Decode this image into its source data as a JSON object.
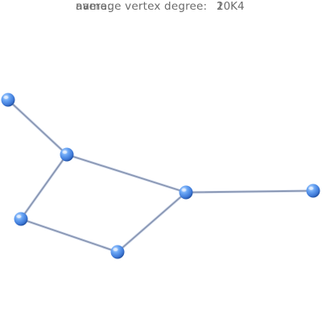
{
  "info": {
    "name_label": "name:",
    "name_value": "10K4",
    "degree_label": "average vertex degree:",
    "degree_value": "2"
  },
  "graph": {
    "node_color": "#4d8fe8",
    "edge_color": "#b8c4dc",
    "node_count": 6,
    "edges": [
      [
        0,
        1
      ],
      [
        1,
        2
      ],
      [
        1,
        3
      ],
      [
        2,
        4
      ],
      [
        2,
        5
      ],
      [
        3,
        4
      ]
    ]
  }
}
